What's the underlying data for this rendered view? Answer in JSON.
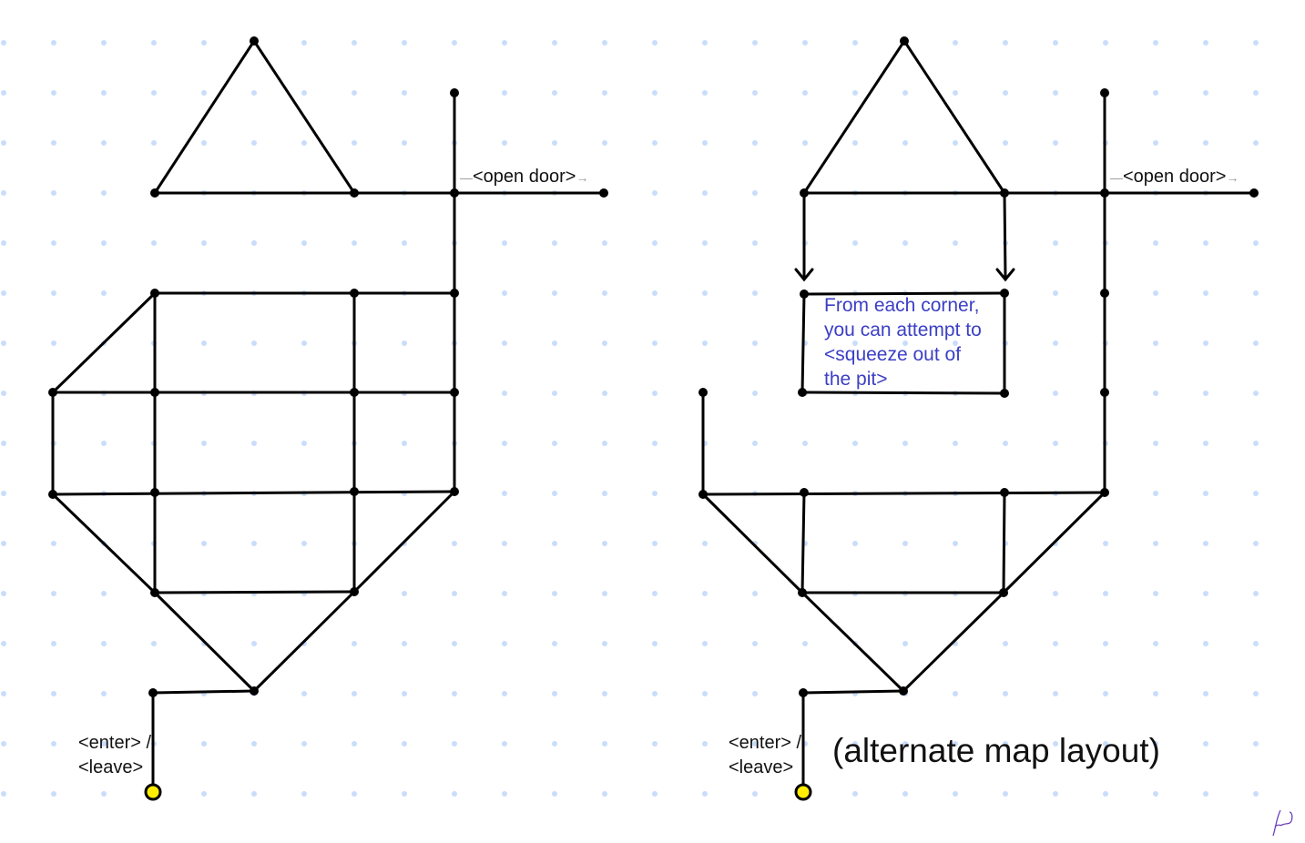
{
  "colors": {
    "grid_dot": "#c9ddfb",
    "line": "#000000",
    "entrance": "#ffee00",
    "note": "#3b3fc4",
    "signature": "#6a3fc0"
  },
  "left_map": {
    "door_label": "<open door>",
    "enter_label": "<enter> /",
    "leave_label": "<leave>"
  },
  "right_map": {
    "door_label": "<open door>",
    "enter_label": "<enter> /",
    "leave_label": "<leave>",
    "pit_note": [
      "From each corner,",
      "you can attempt to",
      "<squeeze out of",
      "the pit>"
    ],
    "caption": "(alternate map layout)"
  }
}
